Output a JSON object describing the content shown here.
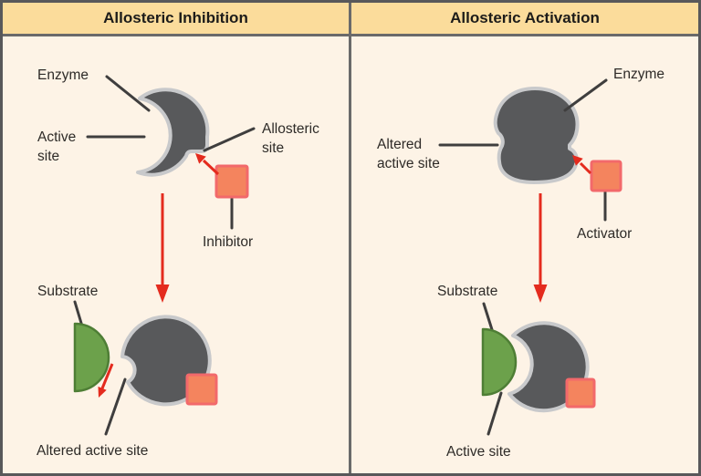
{
  "colors": {
    "header_bg": "#FBDC9B",
    "panel_bg": "#FDF3E6",
    "frame_border": "#58585A",
    "inner_lines": "#6A6A6A",
    "enzyme_fill": "#58595B",
    "enzyme_outline": "#C8C9CB",
    "substrate_fill": "#6CA14B",
    "substrate_outline": "#4E7E35",
    "ligand_fill": "#F4845E",
    "ligand_outline": "#F2696B",
    "arrow_red": "#E42B1E",
    "pointer_line": "#3F3E3E",
    "text": "#2E2B28"
  },
  "left_panel": {
    "header": "Allosteric Inhibition",
    "labels": {
      "enzyme": "Enzyme",
      "active_site": "Active site",
      "allosteric_site": "Allosteric site",
      "inhibitor": "Inhibitor",
      "substrate": "Substrate",
      "altered_active_site": "Altered active site"
    }
  },
  "right_panel": {
    "header": "Allosteric Activation",
    "labels": {
      "enzyme": "Enzyme",
      "altered_active_site": "Altered active site",
      "activator": "Activator",
      "substrate": "Substrate",
      "active_site": "Active site"
    }
  }
}
